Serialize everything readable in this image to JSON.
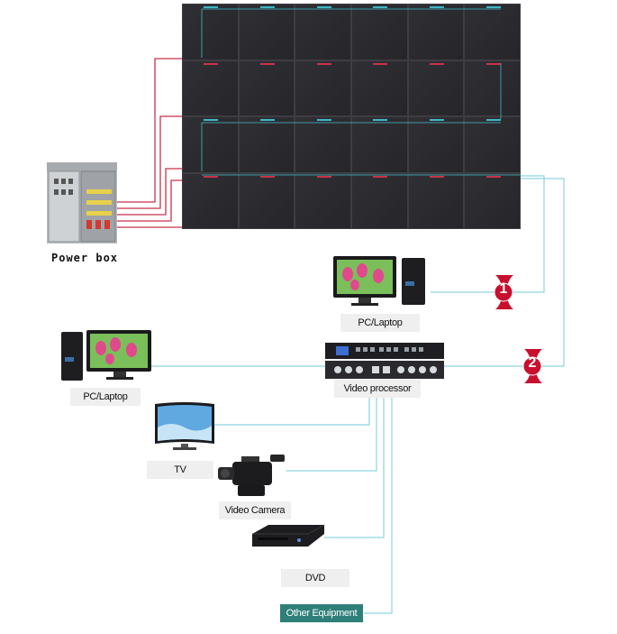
{
  "labels": {
    "power_box": "Power box",
    "pc_top": "PC/Laptop",
    "pc_left": "PC/Laptop",
    "video_processor": "Video processor",
    "tv": "TV",
    "video_camera": "Video Camera",
    "dvd": "DVD",
    "other_equipment": "Other Equipment"
  },
  "badges": {
    "one": "1",
    "two": "2"
  },
  "colors": {
    "power_cable": "#c8324a",
    "signal_cable": "#8fd3e0",
    "other_equipment_bg": "#2f7f79",
    "badge": "#c8102e"
  }
}
